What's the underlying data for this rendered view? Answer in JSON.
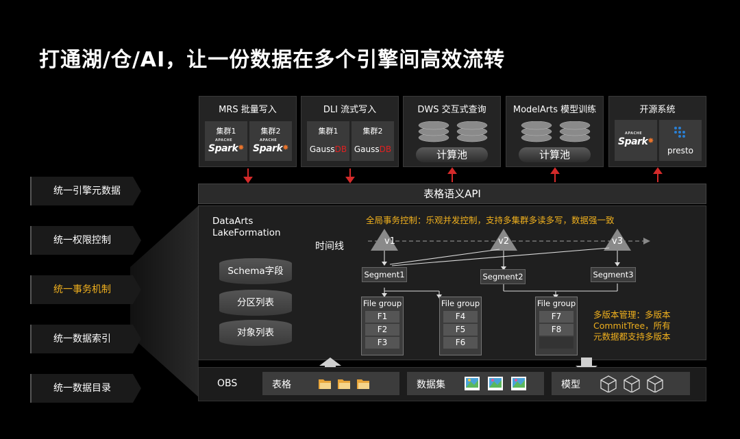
{
  "title": "打通湖/仓/AI，让一份数据在多个引擎间高效流转",
  "engines": [
    {
      "title": "MRS 批量写入",
      "clusters": [
        {
          "label": "集群1",
          "logo": "spark-logo"
        },
        {
          "label": "集群2",
          "logo": "spark-logo"
        }
      ]
    },
    {
      "title": "DLI 流式写入",
      "clusters": [
        {
          "label": "集群1",
          "logo": "gaussdb-logo"
        },
        {
          "label": "集群2",
          "logo": "gaussdb-logo"
        }
      ]
    },
    {
      "title": "DWS 交互式查询",
      "pool": "计算池"
    },
    {
      "title": "ModelArts 模型训练",
      "pool": "计算池"
    },
    {
      "title": "开源系统",
      "logos": [
        "spark-logo",
        "presto"
      ]
    }
  ],
  "logos": {
    "spark": "Spark",
    "apache": "APACHE",
    "gauss": "Gauss",
    "gauss_db": "DB",
    "presto": "presto"
  },
  "api_label": "表格语义API",
  "lakeformation": {
    "line1": "DataArts",
    "line2": "LakeFormation"
  },
  "metadata_stores": [
    "Schema字段",
    "分区列表",
    "对象列表"
  ],
  "transaction_note": "全局事务控制：乐观并发控制，支持多集群多读多写，数据强一致",
  "timeline_label": "时间线",
  "versions": [
    "v1",
    "v2",
    "v3"
  ],
  "segments": [
    "Segment1",
    "Segment2",
    "Segment3"
  ],
  "file_groups": [
    {
      "title": "File group",
      "files": [
        "F1",
        "F2",
        "F3"
      ]
    },
    {
      "title": "File group",
      "files": [
        "F4",
        "F5",
        "F6"
      ]
    },
    {
      "title": "File group",
      "files": [
        "F7",
        "F8",
        ""
      ]
    }
  ],
  "version_note": [
    "多版本管理：多版本",
    "CommitTree，所有",
    "元数据都支持多版本"
  ],
  "obs": {
    "label": "OBS",
    "table": "表格",
    "dataset": "数据集",
    "model": "模型"
  },
  "nav": [
    "统一引擎元数据",
    "统一权限控制",
    "统一事务机制",
    "统一数据索引",
    "统一数据目录"
  ],
  "colors": {
    "accent": "#f0b01e",
    "arrow_red": "#d42a2a",
    "panel": "#1f1f1f",
    "gauss_db": "#e02020",
    "spark_star": "#e8742c"
  }
}
